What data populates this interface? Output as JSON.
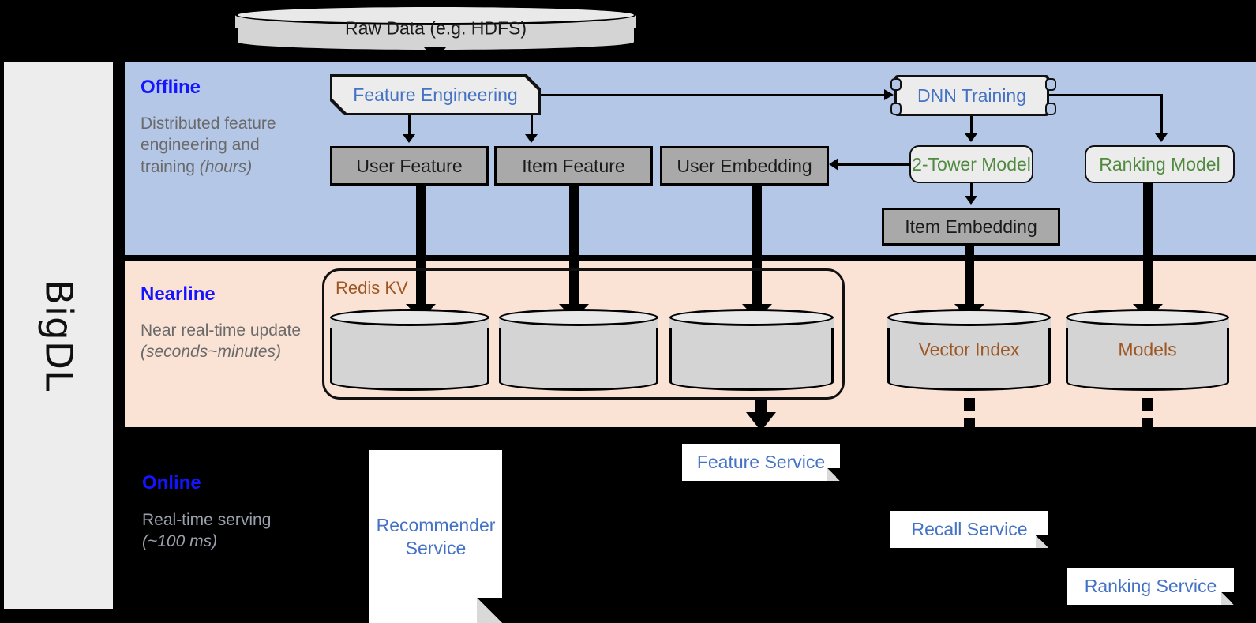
{
  "platform": {
    "name": "BigDL"
  },
  "source": {
    "label": "Raw Data (e.g. HDFS)",
    "icon": "database-cylinder-icon"
  },
  "bands": {
    "offline": {
      "title": "Offline",
      "subtitle_plain": "Distributed feature engineering and training ",
      "subtitle_italic": "(hours)",
      "bg_color": "#b4c7e7",
      "title_color": "#1414ff"
    },
    "nearline": {
      "title": "Nearline",
      "subtitle_plain": "Near real-time update ",
      "subtitle_italic": "(seconds~minutes)",
      "bg_color": "#fae2d5",
      "title_color": "#1414ff"
    },
    "online": {
      "title": "Online",
      "subtitle_plain": "Real-time serving ",
      "subtitle_italic": "(~100 ms)",
      "bg_color": "#000000",
      "title_color": "#1414ff"
    }
  },
  "offline_nodes": {
    "feature_engineering": {
      "label": "Feature Engineering",
      "text_color": "#4472c4"
    },
    "dnn_training": {
      "label": "DNN Training",
      "text_color": "#4472c4"
    },
    "user_feature": {
      "label": "User Feature",
      "text_color": "#1a1a1a"
    },
    "item_feature": {
      "label": "Item Feature",
      "text_color": "#1a1a1a"
    },
    "user_embedding": {
      "label": "User Embedding",
      "text_color": "#1a1a1a"
    },
    "two_tower_model": {
      "label": "2-Tower Model",
      "text_color": "#4f8a3e"
    },
    "ranking_model": {
      "label": "Ranking Model",
      "text_color": "#4f8a3e"
    },
    "item_embedding": {
      "label": "Item Embedding",
      "text_color": "#1a1a1a"
    }
  },
  "nearline_nodes": {
    "redis_group": {
      "label": "Redis KV",
      "text_color": "#9e5723"
    },
    "store_user_feature": {
      "label": ""
    },
    "store_item_feature": {
      "label": ""
    },
    "store_user_embedding": {
      "label": ""
    },
    "vector_index": {
      "label": "Vector Index",
      "text_color": "#9e5723"
    },
    "models": {
      "label": "Models",
      "text_color": "#9e5723"
    }
  },
  "online_nodes": {
    "recommender_service": {
      "label": "Recommender Service",
      "text_color": "#4472c4"
    },
    "feature_service": {
      "label": "Feature Service",
      "text_color": "#4472c4"
    },
    "recall_service": {
      "label": "Recall Service",
      "text_color": "#4472c4"
    },
    "ranking_service": {
      "label": "Ranking Service",
      "text_color": "#4472c4"
    }
  }
}
